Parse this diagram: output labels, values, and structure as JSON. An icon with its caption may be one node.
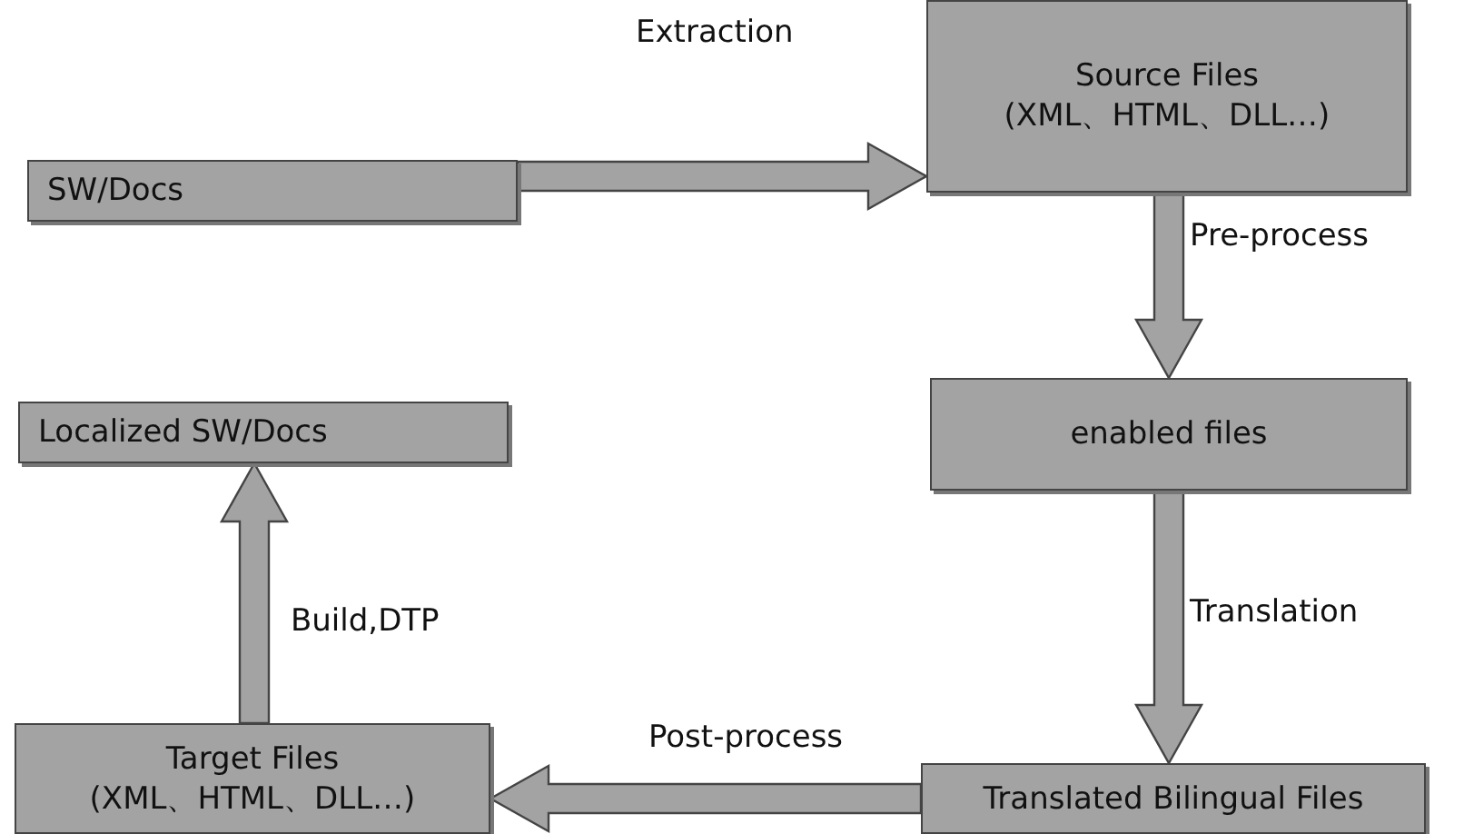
{
  "diagram": {
    "nodes": [
      {
        "text": [
          "SW/Docs"
        ]
      },
      {
        "text": [
          "Source Files",
          "(XML、HTML、DLL…)"
        ]
      },
      {
        "text": [
          "enabled files"
        ]
      },
      {
        "text": [
          "Localized SW/Docs"
        ]
      },
      {
        "text": [
          "Target Files",
          "(XML、HTML、DLL…)"
        ]
      },
      {
        "text": [
          "Translated Bilingual Files"
        ]
      }
    ],
    "edges": [
      {
        "from": 0,
        "to": 1,
        "arrow": "to",
        "label": "Extraction"
      },
      {
        "from": 1,
        "to": 2,
        "arrow": "to",
        "label": "Pre-process"
      },
      {
        "from": 2,
        "to": 5,
        "arrow": "to",
        "label": "Translation"
      },
      {
        "from": 5,
        "to": 4,
        "arrow": "to",
        "label": "Post-process"
      },
      {
        "from": 4,
        "to": 3,
        "arrow": "to",
        "label": "Build,DTP"
      }
    ]
  }
}
